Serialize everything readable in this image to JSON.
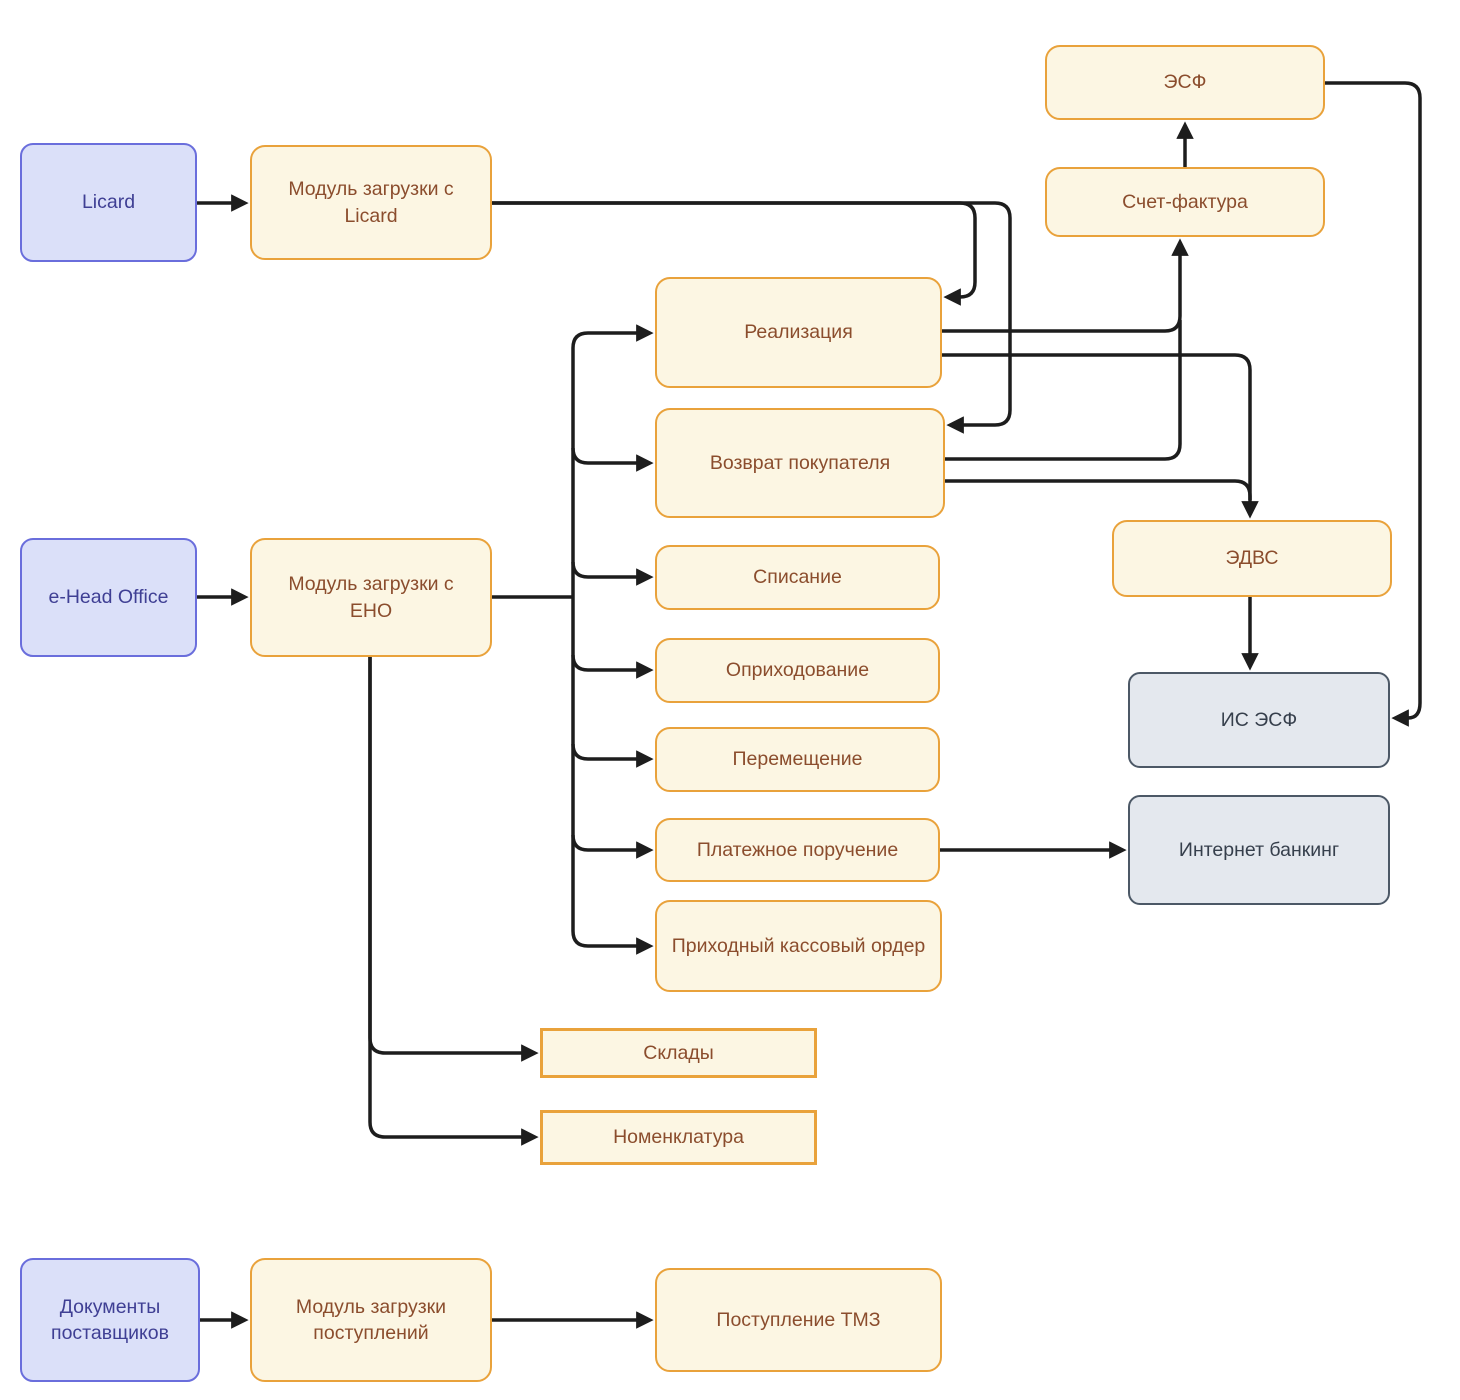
{
  "diagram": {
    "colors": {
      "background": "#ffffff",
      "edge": "#1d1d1d",
      "source_fill": "#dbe0f9",
      "source_border": "#6a6edc",
      "source_text": "#3f3f94",
      "module_fill": "#fcf6e3",
      "module_border": "#e9a23b",
      "module_text": "#8b4d2d",
      "external_fill": "#e4e8ee",
      "external_border": "#4c5866",
      "external_text": "#363f4c"
    },
    "nodes": {
      "licard": {
        "label": "Licard",
        "type": "source"
      },
      "mod_licard": {
        "label": "Модуль загрузки с Licard",
        "type": "module"
      },
      "ehead": {
        "label": "e-Head Office",
        "type": "source"
      },
      "mod_eno": {
        "label": "Модуль загрузки с ЕНО",
        "type": "module"
      },
      "realizaciya": {
        "label": "Реализация",
        "type": "module"
      },
      "vozvrat": {
        "label": "Возврат покупателя",
        "type": "module"
      },
      "spisanie": {
        "label": "Списание",
        "type": "module"
      },
      "oprihodovanie": {
        "label": "Оприходование",
        "type": "module"
      },
      "peremeshchenie": {
        "label": "Перемещение",
        "type": "module"
      },
      "platezhnoe": {
        "label": "Платежное поручение",
        "type": "module"
      },
      "prihodnyj": {
        "label": "Приходный кассовый ордер",
        "type": "module"
      },
      "sklady": {
        "label": "Склады",
        "type": "module-square"
      },
      "nomenklatura": {
        "label": "Номенклатура",
        "type": "module-square"
      },
      "esf": {
        "label": "ЭСФ",
        "type": "module"
      },
      "schet_faktura": {
        "label": "Счет-фактура",
        "type": "module"
      },
      "edvs": {
        "label": "ЭДВС",
        "type": "module"
      },
      "is_esf": {
        "label": "ИС ЭСФ",
        "type": "external"
      },
      "internet_banking": {
        "label": "Интернет банкинг",
        "type": "external"
      },
      "dokumenty": {
        "label": "Документы поставщиков",
        "type": "source"
      },
      "mod_postuplenij": {
        "label": "Модуль загрузки поступлений",
        "type": "module"
      },
      "postuplenie_tmz": {
        "label": "Поступление ТМЗ",
        "type": "module"
      }
    },
    "edges": [
      {
        "from": "licard",
        "to": "mod_licard"
      },
      {
        "from": "ehead",
        "to": "mod_eno"
      },
      {
        "from": "dokumenty",
        "to": "mod_postuplenij"
      },
      {
        "from": "mod_postuplenij",
        "to": "postuplenie_tmz"
      },
      {
        "from": "mod_licard",
        "to": "realizaciya"
      },
      {
        "from": "mod_licard",
        "to": "vozvrat"
      },
      {
        "from": "mod_eno",
        "to": "realizaciya"
      },
      {
        "from": "mod_eno",
        "to": "vozvrat"
      },
      {
        "from": "mod_eno",
        "to": "spisanie"
      },
      {
        "from": "mod_eno",
        "to": "oprihodovanie"
      },
      {
        "from": "mod_eno",
        "to": "peremeshchenie"
      },
      {
        "from": "mod_eno",
        "to": "platezhnoe"
      },
      {
        "from": "mod_eno",
        "to": "prihodnyj"
      },
      {
        "from": "mod_eno",
        "to": "sklady"
      },
      {
        "from": "mod_eno",
        "to": "nomenklatura"
      },
      {
        "from": "realizaciya",
        "to": "schet_faktura"
      },
      {
        "from": "vozvrat",
        "to": "schet_faktura"
      },
      {
        "from": "realizaciya",
        "to": "edvs"
      },
      {
        "from": "vozvrat",
        "to": "edvs"
      },
      {
        "from": "schet_faktura",
        "to": "esf"
      },
      {
        "from": "edvs",
        "to": "is_esf"
      },
      {
        "from": "esf",
        "to": "is_esf"
      },
      {
        "from": "platezhnoe",
        "to": "internet_banking"
      }
    ]
  }
}
